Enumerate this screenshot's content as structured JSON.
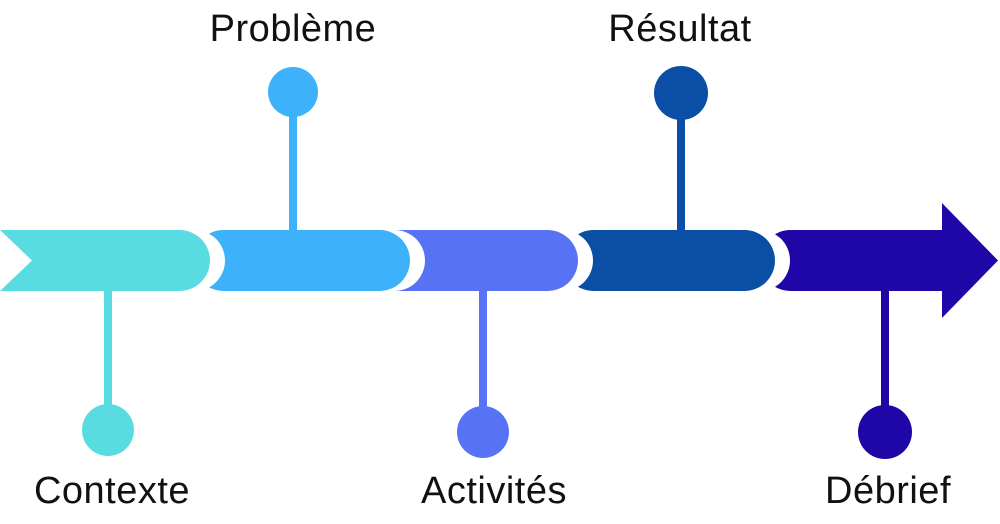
{
  "diagram": {
    "type": "horizontal-process-timeline-arrow",
    "background_color": "#FFFFFF",
    "separator_color": "#FFFFFF",
    "text_color": "#111111",
    "steps": [
      {
        "label": "Contexte",
        "marker_side": "bottom",
        "color": "#58DCE2"
      },
      {
        "label": "Problème",
        "marker_side": "top",
        "color": "#3DB1FA"
      },
      {
        "label": "Activités",
        "marker_side": "bottom",
        "color": "#5872F6"
      },
      {
        "label": "Résultat",
        "marker_side": "top",
        "color": "#0B4EA5"
      },
      {
        "label": "Débrief",
        "marker_side": "bottom",
        "color": "#1F07A7"
      }
    ]
  }
}
